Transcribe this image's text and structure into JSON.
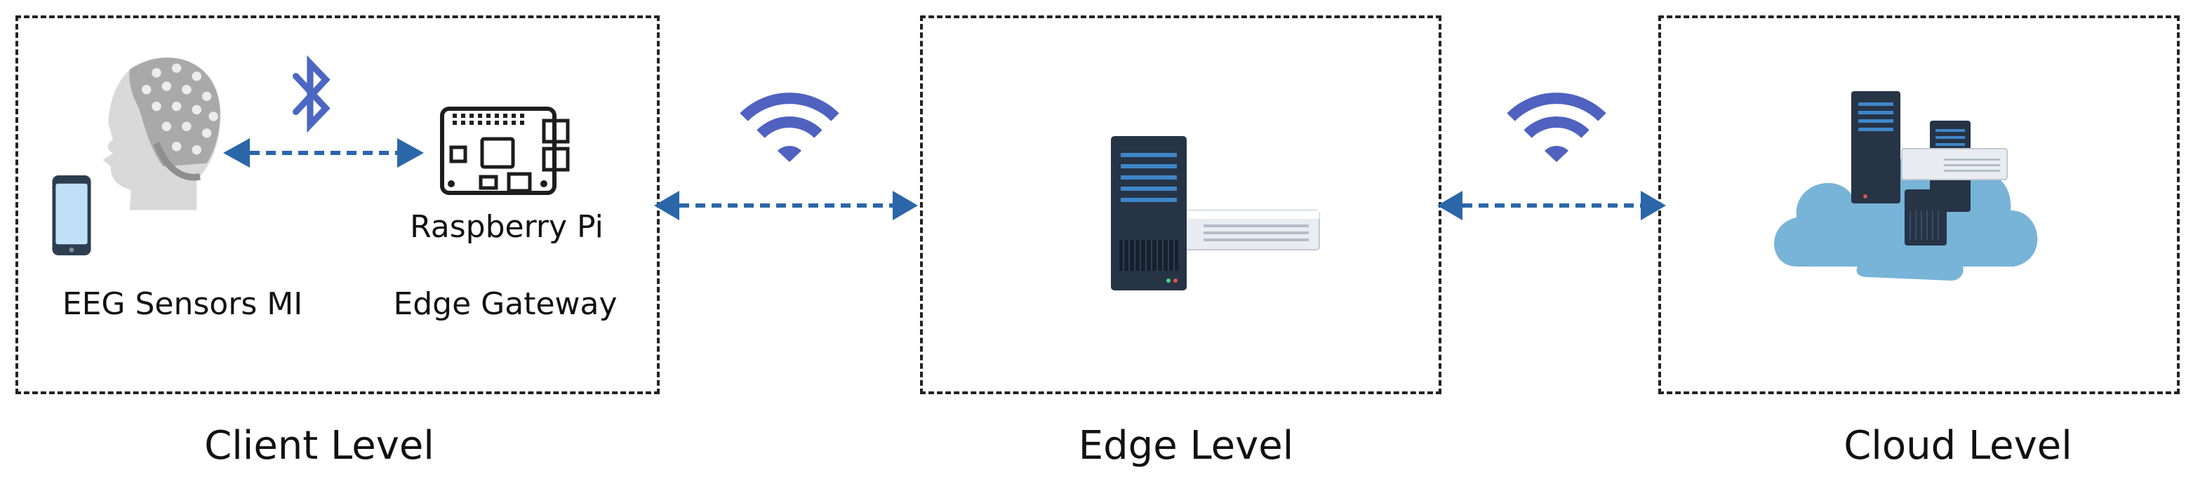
{
  "diagram": {
    "client": {
      "eeg_label": "EEG Sensors MI",
      "gateway_label": "Edge Gateway",
      "rpi_label": "Raspberry Pi",
      "level_label": "Client Level"
    },
    "edge": {
      "level_label": "Edge Level"
    },
    "cloud": {
      "level_label": "Cloud Level"
    },
    "icons": [
      "eeg-headset-icon",
      "smartphone-icon",
      "bluetooth-icon",
      "raspberry-pi-icon",
      "wifi-icon",
      "server-icon",
      "cloud-servers-icon"
    ],
    "colors": {
      "arrow": "#2b66a8",
      "wifi": "#4f62c0",
      "bluetooth": "#4c67c2",
      "cloud": "#78b3d8",
      "server_dark": "#263446",
      "server_stripe": "#3f86c8"
    }
  }
}
